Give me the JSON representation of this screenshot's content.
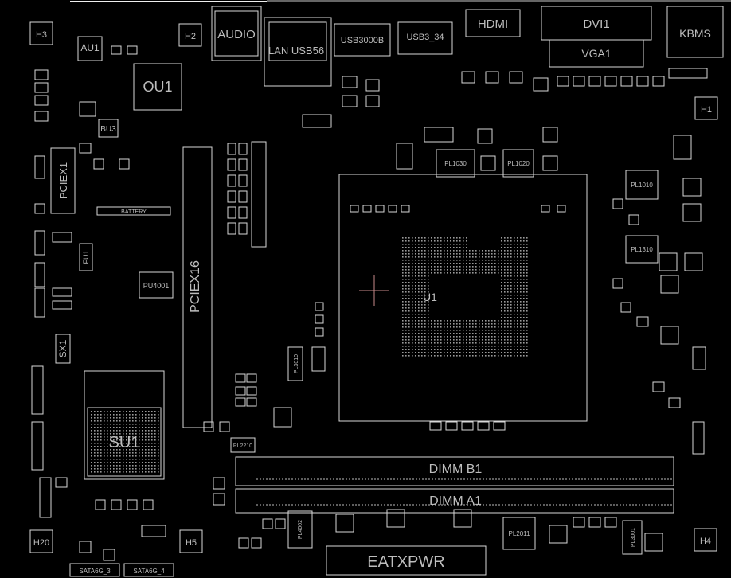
{
  "board": {
    "background": "#000000",
    "outline_color": "#d8d8d8",
    "label_color": "#bdbdbd",
    "cursor_color": "#c98a8a",
    "via_color": "#3aa0c8"
  },
  "labels": {
    "hdmi": "HDMI",
    "audio": "AUDIO",
    "lan": "LAN USB56",
    "usb_a": "USB3000B",
    "usb_b": "USB3_34",
    "dvi": "DVI1",
    "vga": "VGA1",
    "kbms": "KBMS",
    "au1": "AU1",
    "ou1": "OU1",
    "bu3": "BU3",
    "battery": "BATTERY",
    "pciex1": "PCIEX1",
    "pciex16": "PCIEX16",
    "fu1": "FU1",
    "pu4001": "PU4001",
    "sx1": "SX1",
    "su1": "SU1",
    "cpu": "U1",
    "pl1030": "PL1030",
    "pl1020": "PL1020",
    "pl1010": "PL1010",
    "pl1310": "PL1310",
    "pl2210": "PL2210",
    "pl3010": "PL3010",
    "pl4002": "PL4002",
    "pl2011": "PL2011",
    "pl3001": "PL3001",
    "dimm_b1": "DIMM B1",
    "dimm_a1": "DIMM A1",
    "eatxpwr": "EATXPWR",
    "sata_3": "SATA6G_3",
    "sata_4": "SATA6G_4",
    "h1": "H1",
    "h2": "H2",
    "h3": "H3",
    "h4": "H4",
    "h5": "H5",
    "h20": "H20"
  }
}
